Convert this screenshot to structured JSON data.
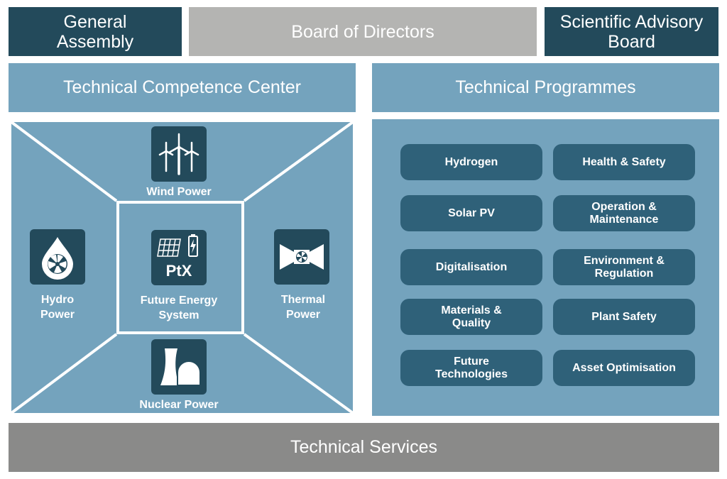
{
  "governance": {
    "general_assembly": "General\nAssembly",
    "board_of_directors": "Board of Directors",
    "scientific_advisory_board": "Scientific Advisory\nBoard"
  },
  "competence_center": {
    "title": "Technical Competence Center",
    "sectors": {
      "wind": "Wind Power",
      "hydro": "Hydro\nPower",
      "thermal": "Thermal\nPower",
      "nuclear": "Nuclear Power",
      "future": "Future Energy\nSystem",
      "ptx_label": "PtX"
    }
  },
  "programmes": {
    "title": "Technical Programmes",
    "items": [
      "Hydrogen",
      "Health & Safety",
      "Solar PV",
      "Operation &\nMaintenance",
      "Digitalisation",
      "Environment &\nRegulation",
      "Materials &\nQuality",
      "Plant Safety",
      "Future\nTechnologies",
      "Asset Optimisation"
    ]
  },
  "services": {
    "title": "Technical Services"
  },
  "colors": {
    "dark": "#234a5b",
    "steel": "#74a3bd",
    "programme_button": "#2f6179",
    "grey": "#b4b4b2",
    "services": "#8a8a89"
  },
  "icons": {
    "wind": "wind-turbines-icon",
    "hydro": "water-drop-turbine-icon",
    "thermal": "steam-turbine-icon",
    "nuclear": "cooling-tower-icon",
    "future": "solar-battery-ptx-icon"
  }
}
